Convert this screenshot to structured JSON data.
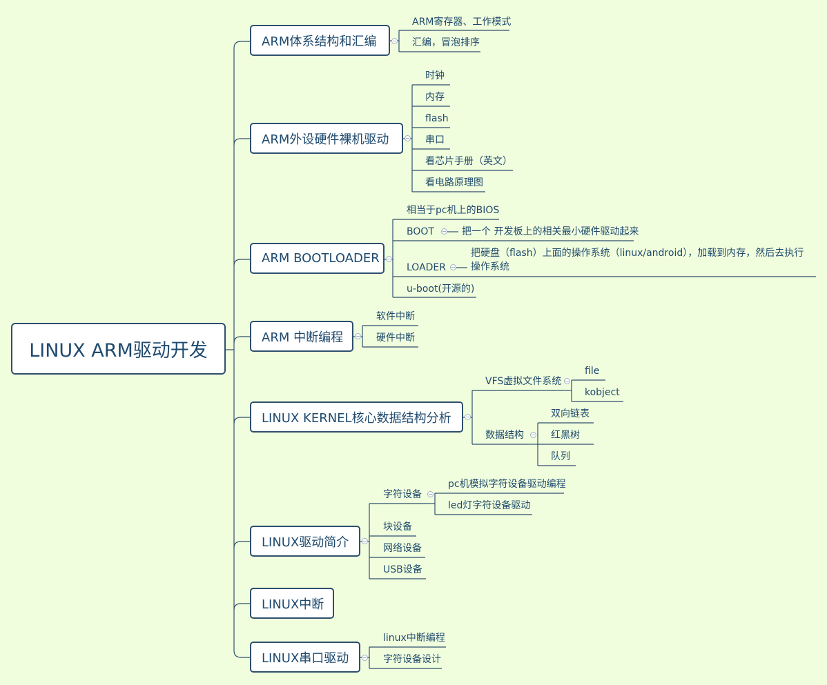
{
  "root": "LINUX ARM驱动开发",
  "branches": {
    "b1": {
      "label": "ARM体系结构和汇编",
      "items": [
        "ARM寄存器、工作模式",
        "汇编，冒泡排序"
      ]
    },
    "b2": {
      "label": "ARM外设硬件裸机驱动",
      "items": [
        "时钟",
        "内存",
        "flash",
        "串口",
        "看芯片手册（英文）",
        "看电路原理图"
      ]
    },
    "b3": {
      "label": "ARM BOOTLOADER",
      "items": [
        "相当于pc机上的BIOS",
        "BOOT",
        "LOADER",
        "u-boot(开源的)"
      ],
      "boot_desc": "把一个 开发板上的相关最小硬件驱动起来",
      "loader_desc": "把硬盘（flash）上面的操作系统（linux/android），加载到内存，然后去执行操作系统"
    },
    "b4": {
      "label": "ARM 中断编程",
      "items": [
        "软件中断",
        "硬件中断"
      ]
    },
    "b5": {
      "label": "LINUX KERNEL核心数据结构分析",
      "vfs": "VFS虚拟文件系统",
      "vfs_items": [
        "file",
        "kobject"
      ],
      "ds": "数据结构",
      "ds_items": [
        "双向链表",
        "红黑树",
        "队列"
      ]
    },
    "b6": {
      "label": "LINUX驱动简介",
      "char": "字符设备",
      "char_items": [
        "pc机模拟字符设备驱动编程",
        "led灯字符设备驱动"
      ],
      "items": [
        "块设备",
        "网络设备",
        "USB设备"
      ]
    },
    "b7": {
      "label": "LINUX中断"
    },
    "b8": {
      "label": "LINUX串口驱动",
      "items": [
        "linux中断编程",
        "字符设备设计"
      ]
    }
  },
  "colors": {
    "background": "#F1FEDD",
    "line": "#2E4F6E",
    "text": "#1F4A6E",
    "toggle": "#9DB0C2"
  }
}
